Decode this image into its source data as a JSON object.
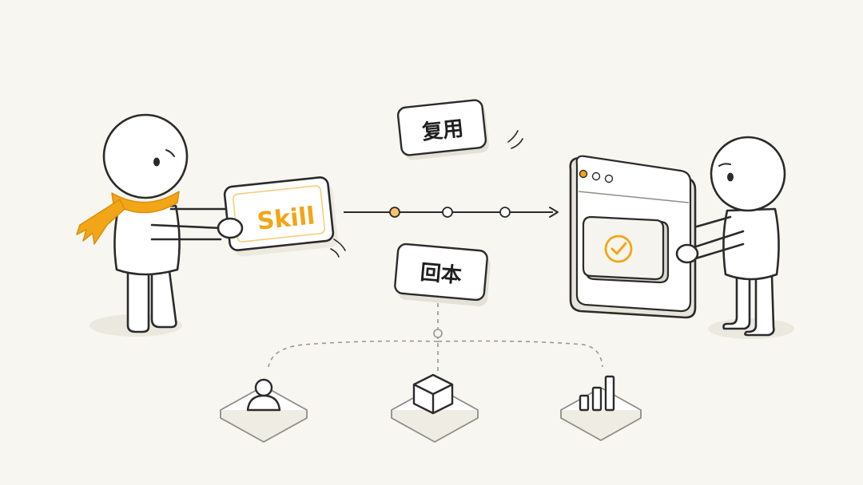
{
  "skill_card": {
    "label": "Skill"
  },
  "tags": {
    "reuse": {
      "label": "复用"
    },
    "payback": {
      "label": "回本"
    }
  },
  "flow_nodes": [
    {
      "name": "flow-node-1",
      "active": true
    },
    {
      "name": "flow-node-2",
      "active": false
    },
    {
      "name": "flow-node-3",
      "active": false
    }
  ],
  "platforms": [
    {
      "name": "platform-user",
      "icon": "user-icon"
    },
    {
      "name": "platform-cube",
      "icon": "cube-icon"
    },
    {
      "name": "platform-chart",
      "icon": "bar-chart-icon"
    }
  ],
  "app_window": {
    "status_icon": "check-circle-icon"
  },
  "colors": {
    "background": "#f8f6f0",
    "accent": "#f2a516",
    "stroke": "#2b2b2b",
    "card": "#ffffff",
    "shadow": "#e9e6dd"
  }
}
